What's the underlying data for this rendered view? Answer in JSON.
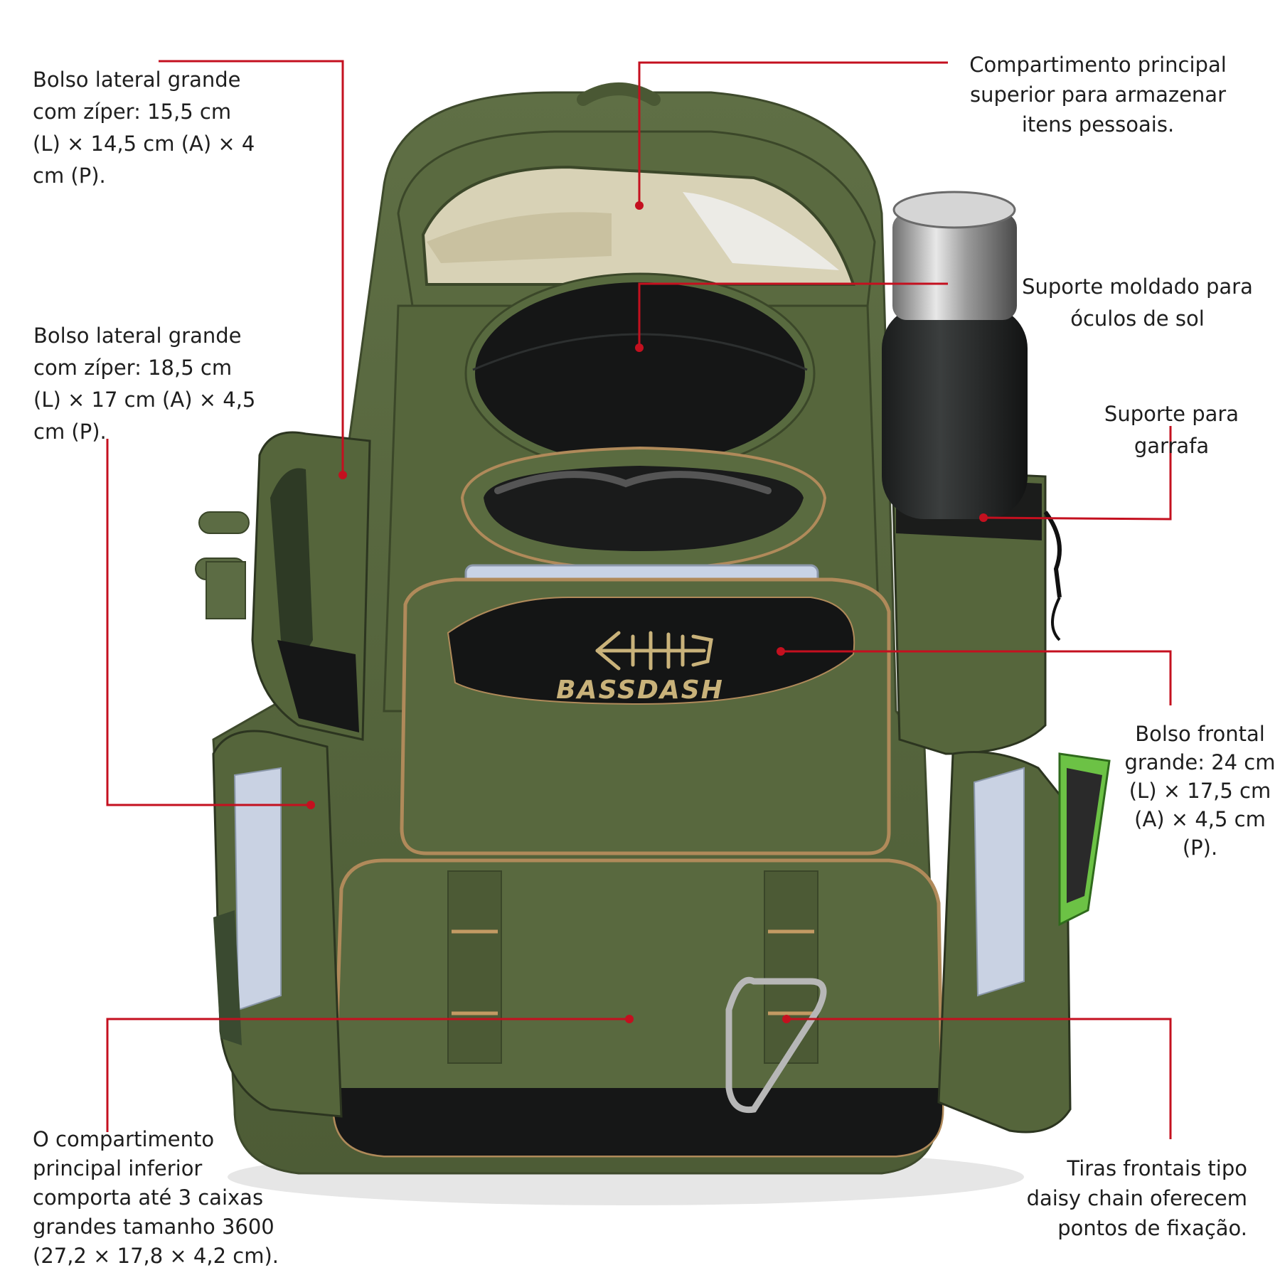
{
  "brand": {
    "logo_text": "BASSDASH"
  },
  "colors": {
    "callout_line": "#c4101f",
    "bag_green": "#59693f",
    "trim": "#b08a5a"
  },
  "callouts": [
    {
      "id": "side-pocket-small",
      "lines": [
        "Bolso lateral grande",
        "com zíper: 15,5 cm",
        "(L) × 14,5 cm (A) × 4",
        "cm (P)."
      ]
    },
    {
      "id": "side-pocket-large",
      "lines": [
        "Bolso lateral grande",
        "com zíper: 18,5 cm",
        "(L) × 17 cm (A) × 4,5",
        "cm (P)."
      ]
    },
    {
      "id": "lower-main",
      "lines": [
        "O compartimento",
        "principal inferior",
        "comporta até 3 caixas",
        "grandes tamanho 3600",
        "(27,2 × 17,8 × 4,2 cm)."
      ]
    },
    {
      "id": "upper-main",
      "lines": [
        "Compartimento principal",
        "superior para armazenar",
        "itens pessoais."
      ]
    },
    {
      "id": "sunglasses",
      "lines": [
        "Suporte moldado para",
        "óculos de sol"
      ]
    },
    {
      "id": "bottle",
      "lines": [
        "Suporte para",
        "garrafa"
      ]
    },
    {
      "id": "front-pocket",
      "lines": [
        "Bolso frontal",
        "grande: 24 cm",
        "(L) × 17,5 cm",
        "(A) × 4,5 cm",
        "(P)."
      ]
    },
    {
      "id": "daisy-chain",
      "lines": [
        "Tiras frontais tipo",
        "daisy chain oferecem",
        "pontos de fixação."
      ]
    }
  ]
}
